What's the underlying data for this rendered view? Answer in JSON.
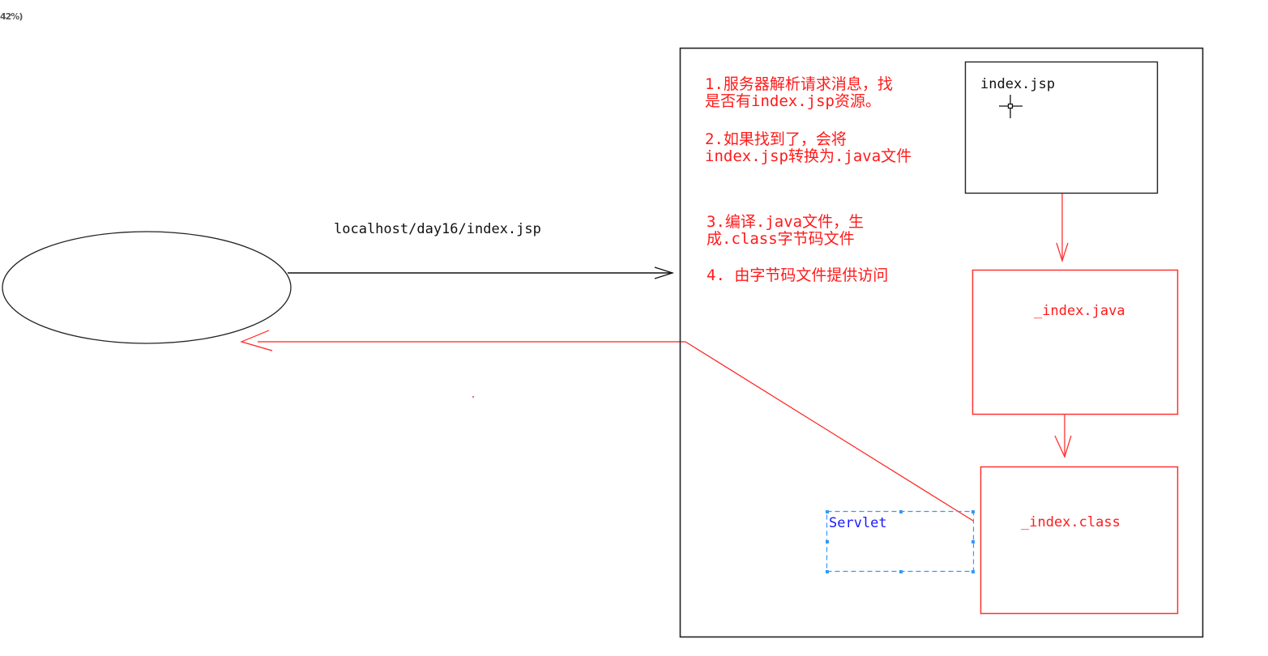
{
  "zoom_indicator": "42%)",
  "diagram": {
    "client": {
      "shape": "ellipse"
    },
    "request_label": "localhost/day16/index.jsp",
    "server_box": {
      "border_color": "#111111"
    },
    "steps": [
      {
        "line1": "1.服务器解析请求消息，找",
        "line2": "是否有index.jsp资源。"
      },
      {
        "line1": "2.如果找到了，会将",
        "line2": "index.jsp转换为.java文件"
      },
      {
        "line1": "3.编译.java文件，生",
        "line2": "成.class字节码文件"
      },
      {
        "line1": "4. 由字节码文件提供访问",
        "line2": ""
      }
    ],
    "nodes": {
      "jsp": "index.jsp",
      "java": "_index.java",
      "class": "_index.class",
      "servlet": "Servlet"
    },
    "colors": {
      "step_text": "#ff1a1a",
      "flow": "#ff3333",
      "request_arrow": "#111111",
      "servlet_selection": "#3399ff",
      "servlet_text": "#1a1aff"
    }
  }
}
